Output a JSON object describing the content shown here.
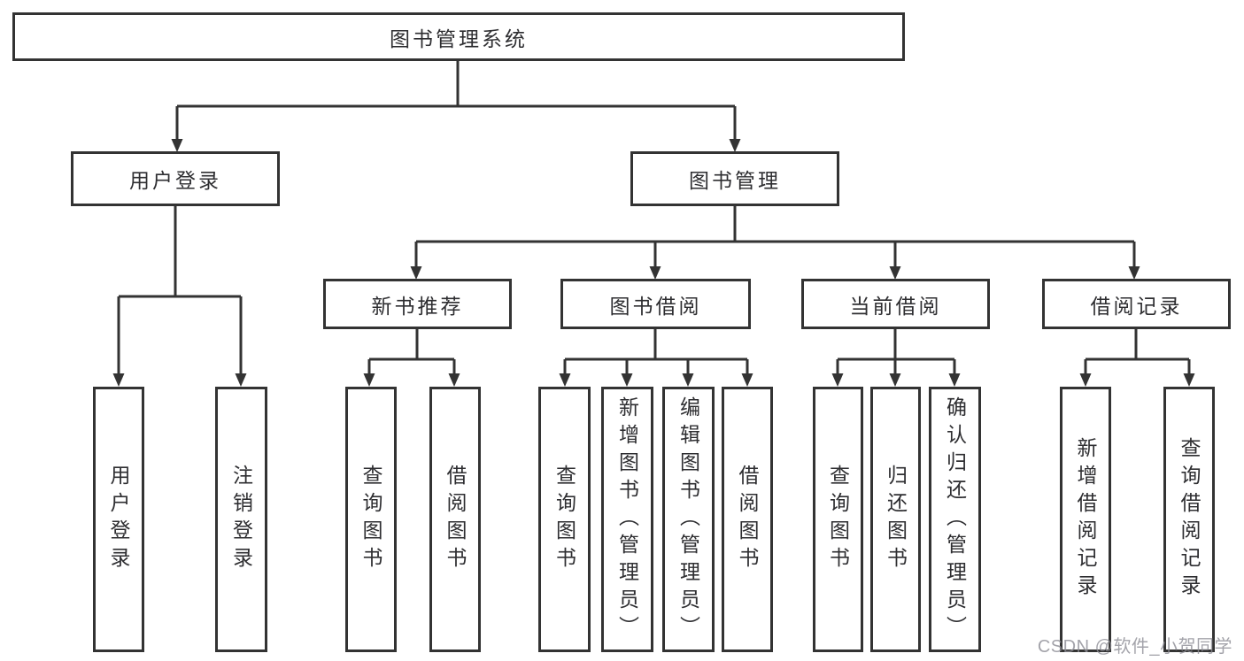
{
  "diagram": {
    "type": "hierarchy",
    "tree": {
      "label": "图书管理系统",
      "children": [
        {
          "label": "用户登录",
          "children": [
            {
              "label": "用户登录"
            },
            {
              "label": "注销登录"
            }
          ]
        },
        {
          "label": "图书管理",
          "children": [
            {
              "label": "新书推荐",
              "children": [
                {
                  "label": "查询图书"
                },
                {
                  "label": "借阅图书"
                }
              ]
            },
            {
              "label": "图书借阅",
              "children": [
                {
                  "label": "查询图书"
                },
                {
                  "label": "新增图书（管理员）"
                },
                {
                  "label": "编辑图书（管理员）"
                },
                {
                  "label": "借阅图书"
                }
              ]
            },
            {
              "label": "当前借阅",
              "children": [
                {
                  "label": "查询图书"
                },
                {
                  "label": "归还图书"
                },
                {
                  "label": "确认归还（管理员）"
                }
              ]
            },
            {
              "label": "借阅记录",
              "children": [
                {
                  "label": "新增借阅记录"
                },
                {
                  "label": "查询借阅记录"
                }
              ]
            }
          ]
        }
      ]
    }
  },
  "watermark": {
    "text": "CSDN @软件_小贺同学"
  },
  "colors": {
    "line": "#333333",
    "text": "#2e2e31",
    "box_fill": "#ffffff",
    "background": "#ffffff",
    "watermark": "#8d8d95"
  }
}
